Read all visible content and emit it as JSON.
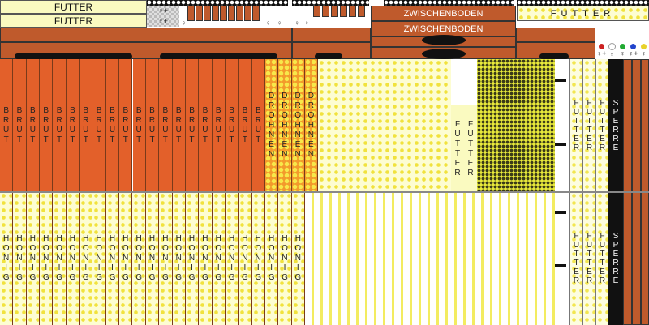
{
  "labels": {
    "futter": "FUTTER",
    "zwischenboden": "ZWISCHENBODEN",
    "brut": "BRUT",
    "drohnen": "DROHNEN",
    "honig": "HONIG",
    "sperre": "SPERRE"
  },
  "symbols": {
    "queen": "♀",
    "queen_cross": "♀+",
    "female": "♀"
  },
  "colors": {
    "wood": "#bf5a2c",
    "brood": "#e3602a",
    "drone": "#f39a2b",
    "honey_dot": "#f1e23d",
    "feed_bg": "#fafac0",
    "mark_red": "#cc2222",
    "mark_white": "#ffffff",
    "mark_yellow": "#e8d22a",
    "mark_green": "#22aa33",
    "mark_blue": "#2244cc"
  },
  "icons": {
    "queen_marks": [
      "red-dot-icon",
      "white-dot-icon",
      "green-dot-icon",
      "blue-dot-icon",
      "yellow-dot-icon"
    ]
  }
}
